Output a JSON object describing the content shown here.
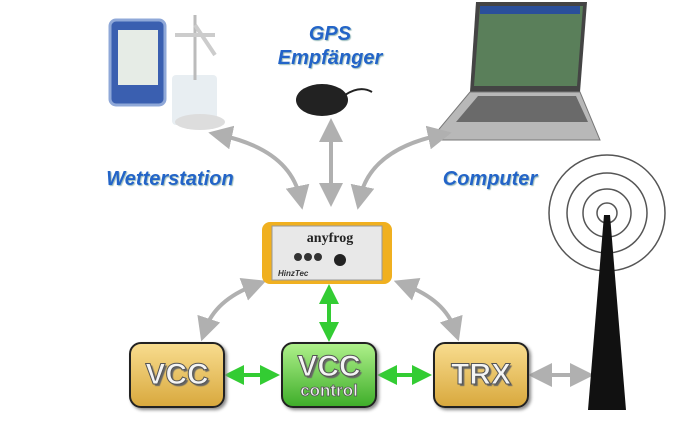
{
  "labels": {
    "gps_line1": "GPS",
    "gps_line2": "Empfänger",
    "weather": "Wetterstation",
    "computer": "Computer"
  },
  "device": {
    "brand": "anyfrog",
    "maker": "HinzTec"
  },
  "boxes": {
    "vcc": "VCC",
    "vcc_control_top": "VCC",
    "vcc_control_bottom": "control",
    "trx": "TRX"
  },
  "colors": {
    "label": "#2364c8",
    "green_arrow": "#33cc33",
    "gray_arrow": "#b0b0b0"
  }
}
